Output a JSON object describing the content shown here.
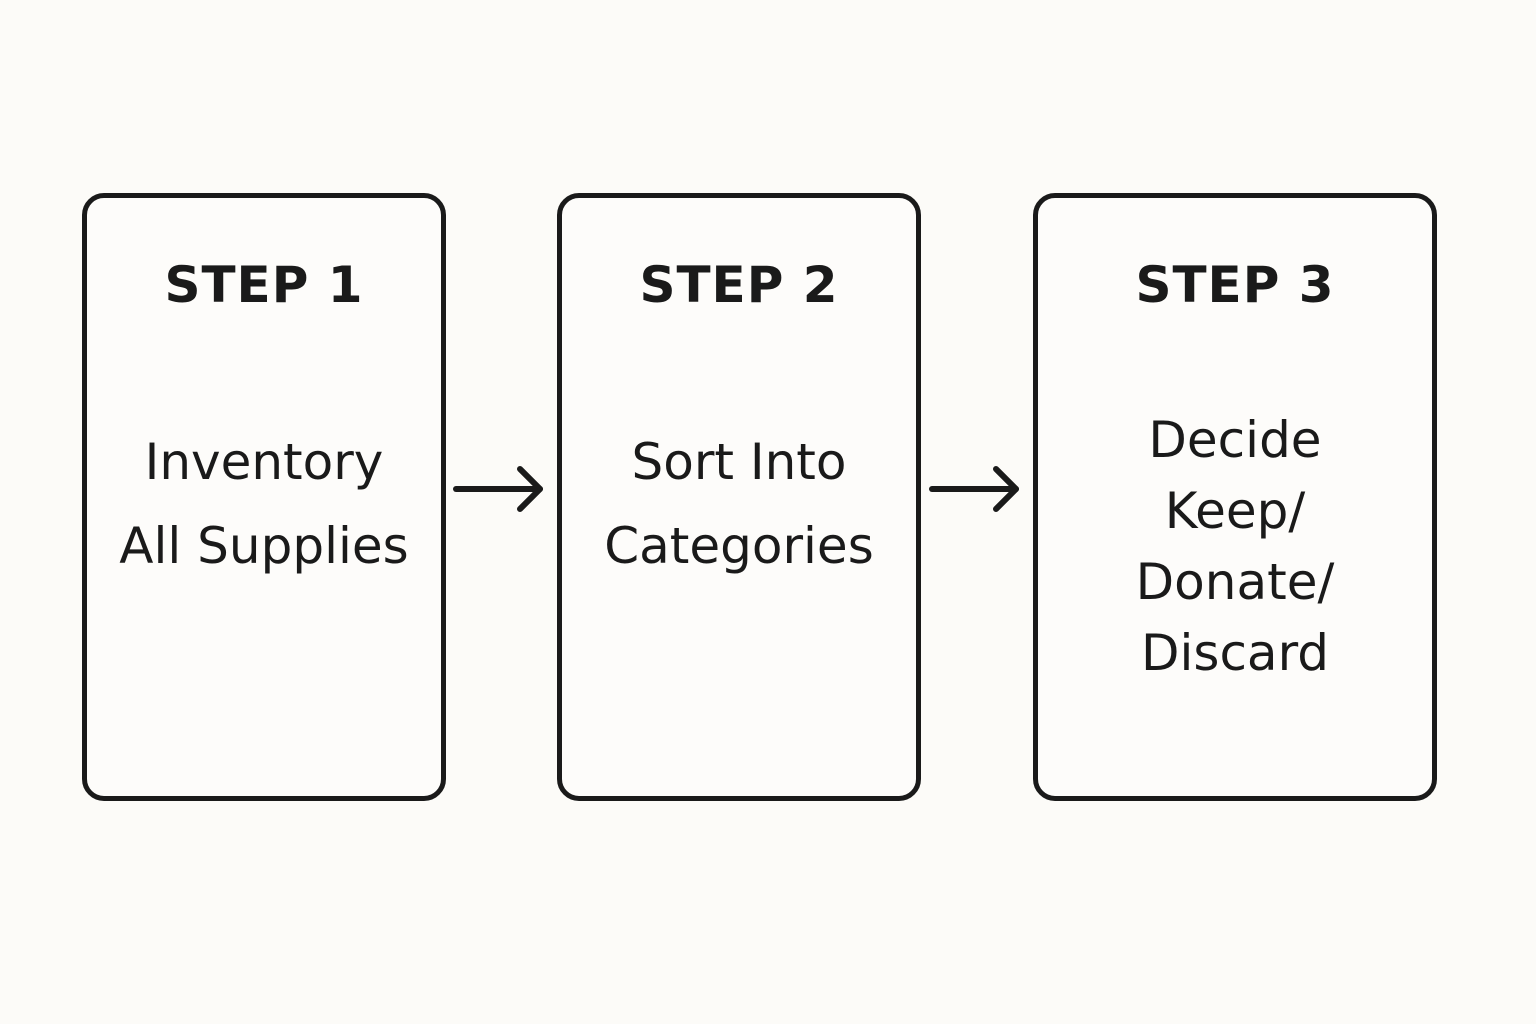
{
  "steps": [
    {
      "title": "STEP 1",
      "lines": [
        "Inventory",
        "All Supplies"
      ]
    },
    {
      "title": "STEP 2",
      "lines": [
        "Sort Into",
        "Categories"
      ]
    },
    {
      "title": "STEP 3",
      "lines": [
        "Decide",
        "Keep/",
        "Donate/",
        "Discard"
      ]
    }
  ],
  "colors": {
    "background": "#fcfbf8",
    "stroke": "#1a1a1a"
  }
}
